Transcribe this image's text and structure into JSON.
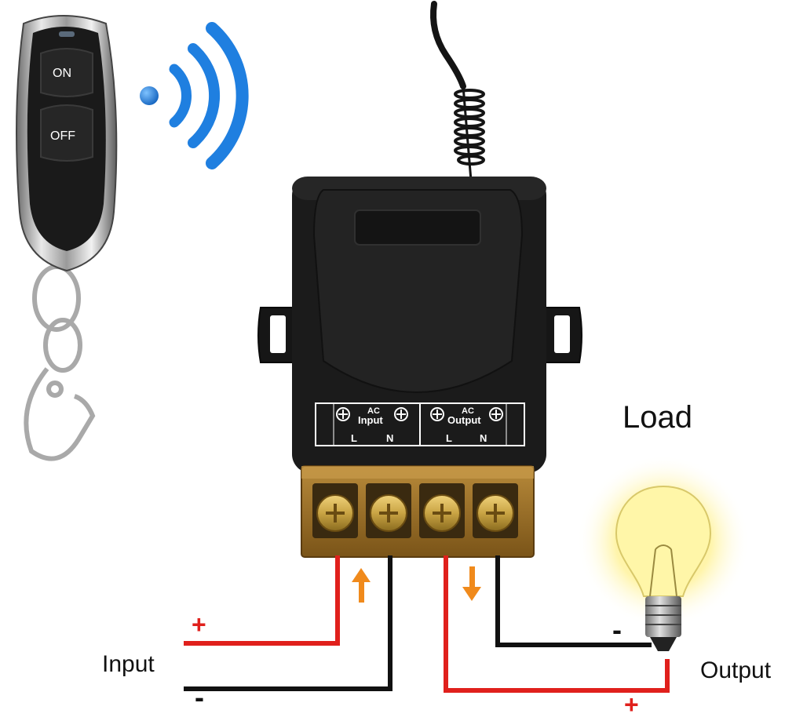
{
  "remote": {
    "on_label": "ON",
    "off_label": "OFF"
  },
  "relay": {
    "input_group_line1": "AC",
    "input_group_line2": "Input",
    "output_group_line1": "AC",
    "output_group_line2": "Output",
    "terminal_l": "L",
    "terminal_n": "N"
  },
  "labels": {
    "load": "Load",
    "input": "Input",
    "output": "Output",
    "plus": "+",
    "minus": "-"
  },
  "colors": {
    "positive_wire": "#e0201c",
    "negative_wire": "#111111",
    "flow_arrow": "#f08a1c",
    "signal_wave": "#1f7fe0",
    "relay_body": "#1b1b1b",
    "terminal_brass": "#c9a444"
  }
}
